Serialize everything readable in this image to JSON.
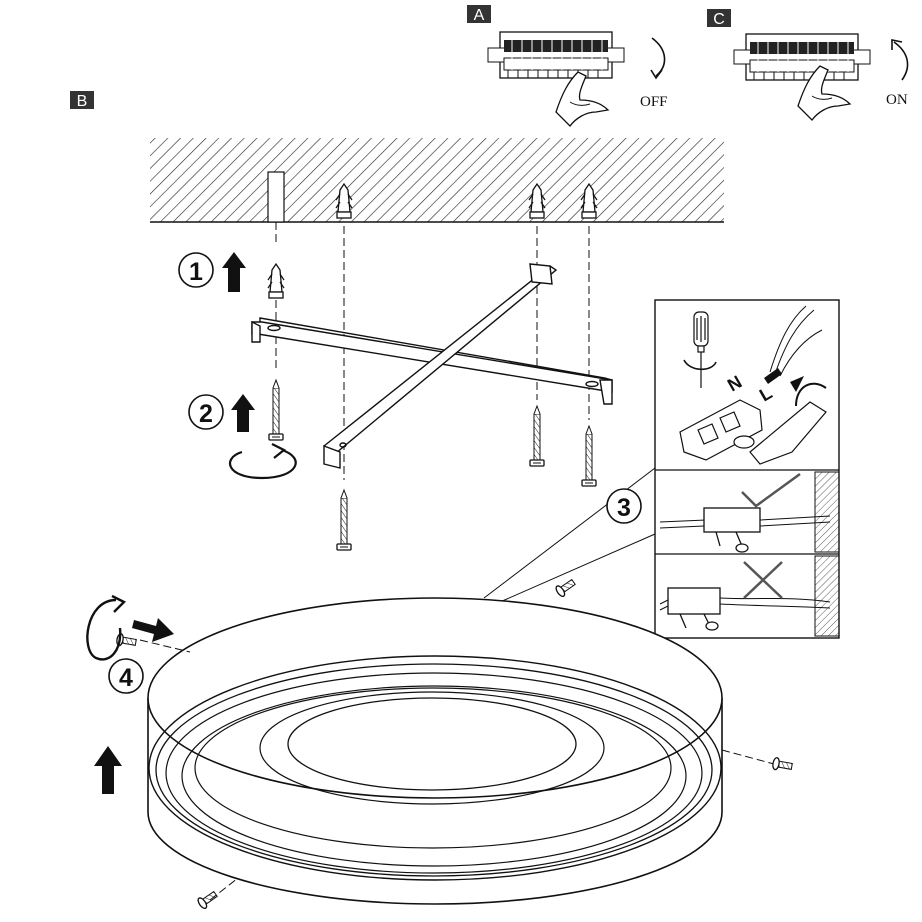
{
  "panels": {
    "a": {
      "letter": "A",
      "switch_label": "OFF"
    },
    "b": {
      "letter": "B"
    },
    "c": {
      "letter": "C",
      "switch_label": "ON"
    }
  },
  "steps": [
    "1",
    "2",
    "3",
    "4"
  ],
  "wiring": {
    "neutral": "N",
    "live": "L"
  },
  "colors": {
    "ink": "#111111",
    "paper": "#ffffff",
    "label_box": "#333333"
  }
}
